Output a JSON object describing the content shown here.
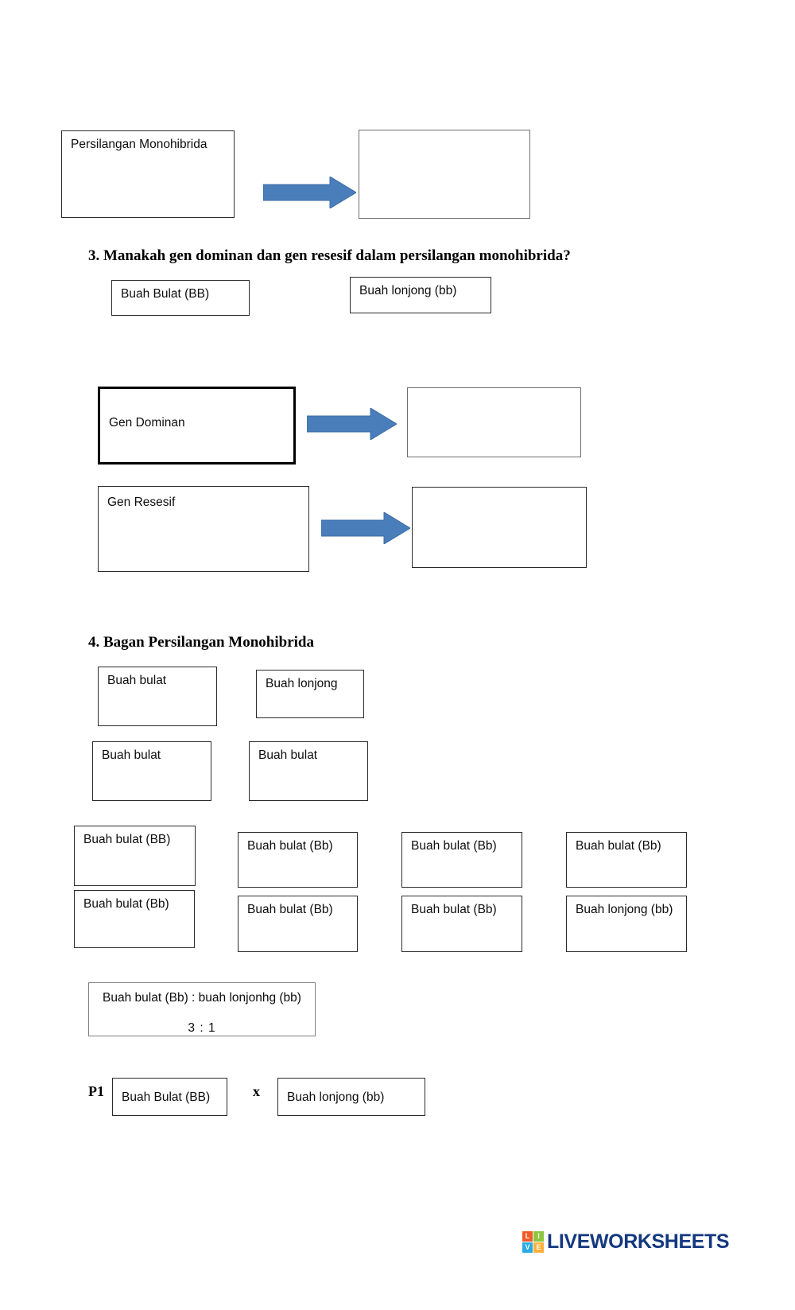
{
  "document": {
    "title": "Persilangan Monohibrida worksheet",
    "language": "Indonesian"
  },
  "section_top": {
    "prompt_box_label": "Persilangan Monohibrida",
    "answer_box_value": ""
  },
  "question3": {
    "heading": "3. Manakah gen dominan dan gen resesif  dalam persilangan monohibrida?",
    "option_left": "Buah Bulat (BB)",
    "option_right": "Buah lonjong (bb)",
    "gen_dominan_label": "Gen Dominan",
    "gen_dominan_answer": "",
    "gen_resesif_label": "Gen Resesif",
    "gen_resesif_answer": ""
  },
  "question4": {
    "heading": "4. Bagan Persilangan Monohibrida",
    "row_f1": [
      "Buah bulat",
      "Buah lonjong"
    ],
    "row_f2": [
      "Buah bulat",
      "Buah bulat"
    ],
    "row_genotypes_1": [
      "Buah bulat (BB)",
      "Buah bulat (Bb)",
      "Buah bulat (Bb)",
      "Buah bulat (Bb)"
    ],
    "row_genotypes_2": [
      "Buah bulat (Bb)",
      "Buah bulat (Bb)",
      "Buah bulat (Bb)",
      "Buah lonjong (bb)"
    ],
    "ratio_box": {
      "line1": "Buah bulat (Bb) : buah lonjonhg (bb)",
      "line2": "3 :  1"
    },
    "p1_row": {
      "label": "P1",
      "parent_left": "Buah Bulat (BB)",
      "cross_symbol": "x",
      "parent_right": "Buah lonjong (bb)"
    }
  },
  "footer": {
    "brand": "LIVEWORKSHEETS",
    "tiles": [
      {
        "letter": "L",
        "color": "#f05a28"
      },
      {
        "letter": "I",
        "color": "#8cc63f"
      },
      {
        "letter": "V",
        "color": "#29abe2"
      },
      {
        "letter": "E",
        "color": "#fbb03b"
      }
    ],
    "brand_color": "#14387f"
  },
  "theme": {
    "arrow_fill": "#4a7ebb",
    "arrow_stroke": "#3a6ba5",
    "box_border": "#7f7f7f",
    "text_color": "#0d0d0d"
  }
}
